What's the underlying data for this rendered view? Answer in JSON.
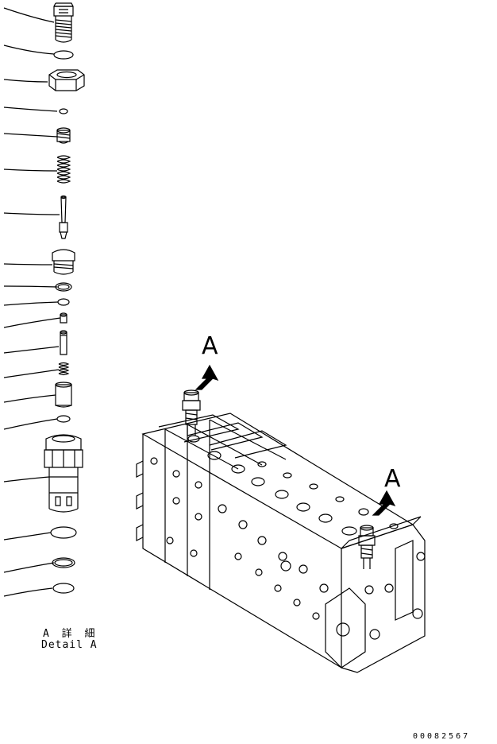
{
  "labels": {
    "callout_a_left": "A",
    "callout_a_right": "A",
    "detail_japanese": "A 詳 細",
    "detail_english": "Detail A",
    "part_number": "00082567"
  },
  "colors": {
    "stroke": "#000000",
    "background": "#ffffff"
  },
  "icons": [
    "arrow-icon",
    "arrow-icon"
  ]
}
